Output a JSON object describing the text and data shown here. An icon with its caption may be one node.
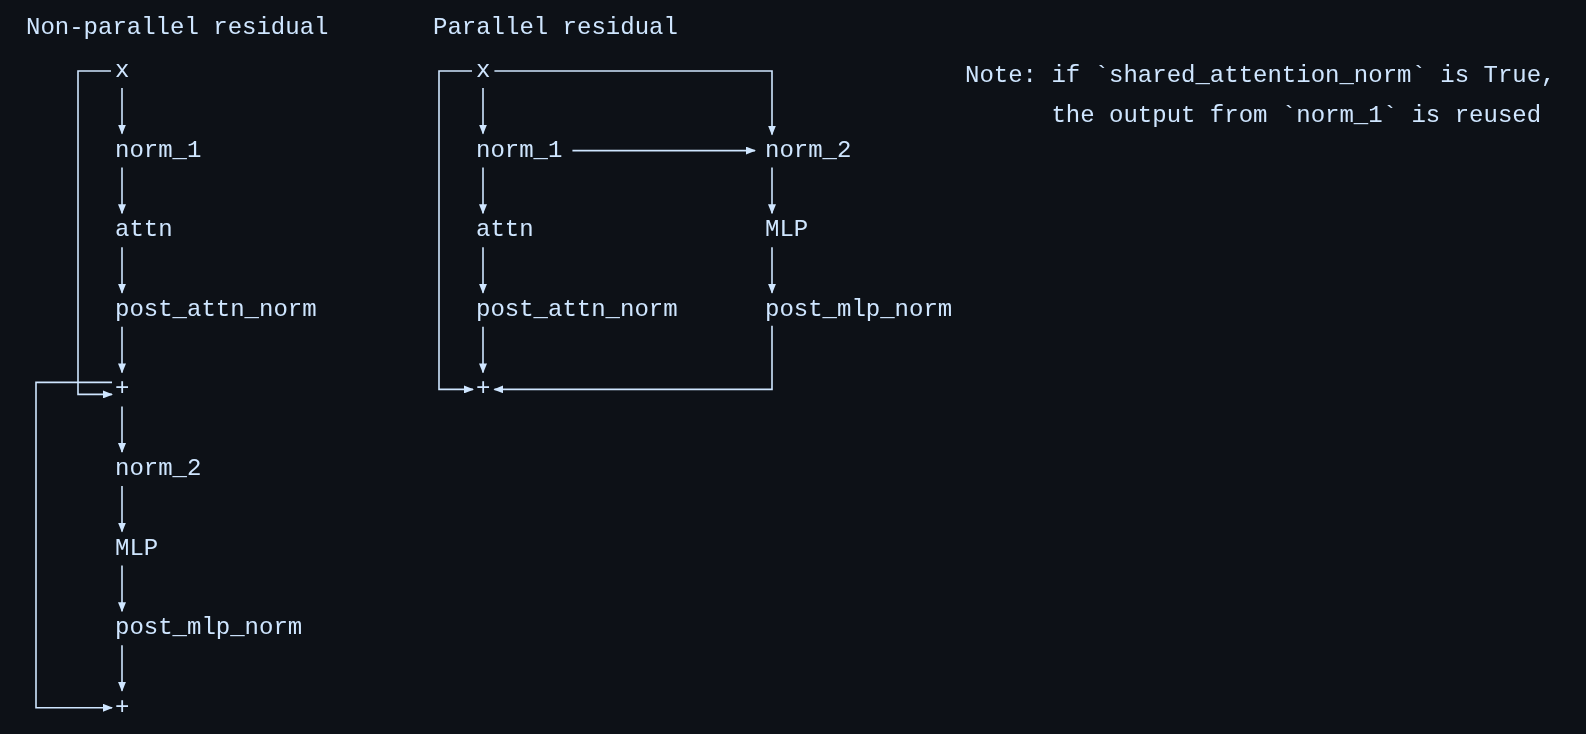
{
  "diagram": {
    "nodes": [
      {
        "text": [
          "x"
        ]
      },
      {
        "text": [
          "norm_1"
        ]
      },
      {
        "text": [
          "attn"
        ]
      },
      {
        "text": [
          "post_attn_norm"
        ]
      },
      {
        "text": [
          "+"
        ]
      },
      {
        "text": [
          "norm_2"
        ]
      },
      {
        "text": [
          "MLP"
        ]
      },
      {
        "text": [
          "post_mlp_norm"
        ]
      },
      {
        "text": [
          "+"
        ]
      },
      {
        "text": [
          "x"
        ]
      },
      {
        "text": [
          "norm_1"
        ]
      },
      {
        "text": [
          "norm_2"
        ]
      },
      {
        "text": [
          "attn"
        ]
      },
      {
        "text": [
          "MLP"
        ]
      },
      {
        "text": [
          "post_attn_norm"
        ]
      },
      {
        "text": [
          "post_mlp_norm"
        ]
      },
      {
        "text": [
          "+"
        ]
      }
    ],
    "edges": [
      {
        "from": 0,
        "to": 1,
        "arrow": "to"
      },
      {
        "from": 1,
        "to": 2,
        "arrow": "to"
      },
      {
        "from": 2,
        "to": 3,
        "arrow": "to"
      },
      {
        "from": 3,
        "to": 4,
        "arrow": "to"
      },
      {
        "from": 4,
        "to": 5,
        "arrow": "to"
      },
      {
        "from": 5,
        "to": 6,
        "arrow": "to"
      },
      {
        "from": 6,
        "to": 7,
        "arrow": "to"
      },
      {
        "from": 7,
        "to": 8,
        "arrow": "to"
      },
      {
        "from": 0,
        "to": 4,
        "arrow": "to"
      },
      {
        "from": 4,
        "to": 8,
        "arrow": "to"
      },
      {
        "from": 9,
        "to": 10,
        "arrow": "to"
      },
      {
        "from": 10,
        "to": 12,
        "arrow": "to"
      },
      {
        "from": 12,
        "to": 14,
        "arrow": "to"
      },
      {
        "from": 14,
        "to": 16,
        "arrow": "to"
      },
      {
        "from": 9,
        "to": 11,
        "arrow": "to"
      },
      {
        "from": 10,
        "to": 11,
        "arrow": "to"
      },
      {
        "from": 11,
        "to": 13,
        "arrow": "to"
      },
      {
        "from": 13,
        "to": 15,
        "arrow": "to"
      },
      {
        "from": 15,
        "to": 16,
        "arrow": "to"
      },
      {
        "from": 9,
        "to": 16,
        "arrow": "to"
      }
    ],
    "labels": [
      "Non-parallel residual",
      "Parallel residual",
      "Note: if `shared_attention_norm` is True, the output from `norm_1` is reused"
    ]
  }
}
